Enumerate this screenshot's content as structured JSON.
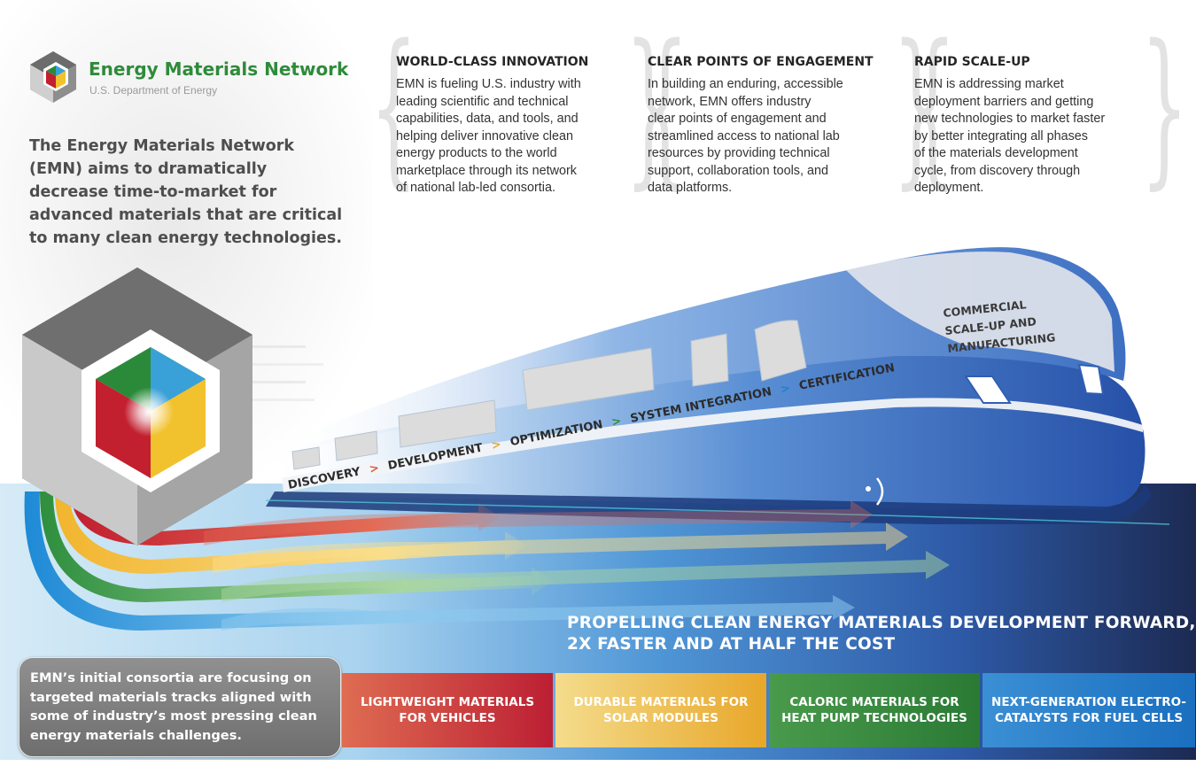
{
  "header": {
    "title": "Energy Materials Network",
    "subtitle": "U.S. Department of Energy"
  },
  "intro": "The Energy Materials Network (EMN) aims to dramatically decrease time-to-market for advanced materials that are critical to many clean energy technologies.",
  "columns": [
    {
      "heading": "WORLD-CLASS INNOVATION",
      "lines": [
        "EMN is fueling U.S. industry with",
        "leading scientific and technical",
        "capabilities, data, and tools, and",
        "helping deliver innovative clean",
        "energy products to the world",
        "marketplace through its network",
        "of national lab-led consortia."
      ]
    },
    {
      "heading": "CLEAR POINTS OF ENGAGEMENT",
      "lines": [
        "In building an enduring, accessible",
        "network, EMN offers industry",
        "clear points of engagement and",
        "streamlined access to national lab",
        "resources by providing technical",
        "support, collaboration tools, and",
        "data platforms."
      ]
    },
    {
      "heading": "RAPID SCALE-UP",
      "lines": [
        "EMN is addressing market",
        "deployment barriers and getting",
        "new technologies to market faster",
        "by better integrating all phases",
        "of the materials development",
        "cycle, from discovery through",
        "deployment."
      ]
    }
  ],
  "train": {
    "cab_label": [
      "COMMERCIAL",
      "SCALE-UP AND",
      "MANUFACTURING"
    ],
    "stages": [
      "DISCOVERY",
      "DEVELOPMENT",
      "OPTIMIZATION",
      "SYSTEM INTEGRATION",
      "CERTIFICATION"
    ],
    "separator": ">"
  },
  "tagline": {
    "line1": "PROPELLING CLEAN ENERGY MATERIALS DEVELOPMENT FORWARD,",
    "line2": "2X FASTER AND AT HALF THE COST"
  },
  "consortia_note": "EMN’s initial consortia are focusing on targeted materials tracks aligned with some of industry’s most pressing clean energy materials challenges.",
  "tracks": [
    {
      "line1": "LIGHTWEIGHT MATERIALS",
      "line2": "FOR VEHICLES"
    },
    {
      "line1": "DURABLE MATERIALS FOR",
      "line2": "SOLAR MODULES"
    },
    {
      "line1": "CALORIC MATERIALS FOR",
      "line2": "HEAT PUMP TECHNOLOGIES"
    },
    {
      "line1": "NEXT-GENERATION ELECTRO-",
      "line2": "CATALYSTS FOR FUEL CELLS"
    }
  ],
  "colors": {
    "brand_green": "#2e8b3a",
    "red_track": "#c42a33",
    "yellow_track": "#e8a72a",
    "green_track": "#2f8f3c",
    "blue_track": "#1e7fd0",
    "train_blue": "#2f5fb4",
    "stage_arrow": "#e0533a"
  }
}
